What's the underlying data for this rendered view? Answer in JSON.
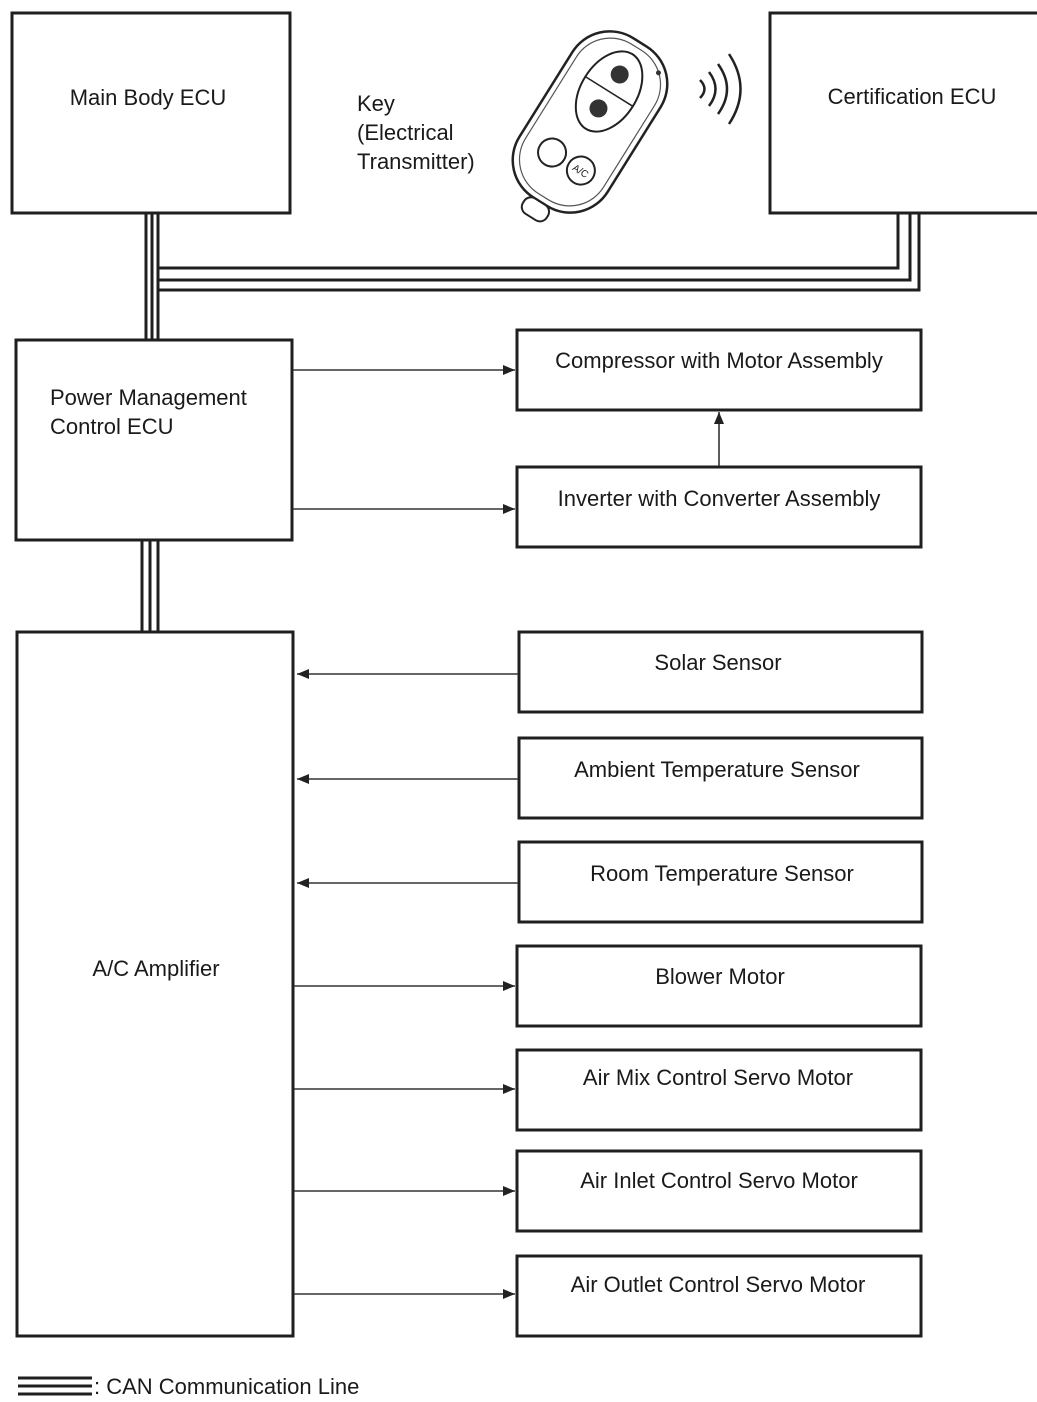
{
  "nodes": {
    "main_body_ecu": "Main Body ECU",
    "certification_ecu": "Certification ECU",
    "key_line1": "Key",
    "key_line2": "(Electrical",
    "key_line3": "Transmitter)",
    "pm_line1": "Power Management",
    "pm_line2": "Control ECU",
    "compressor": "Compressor with Motor Assembly",
    "inverter": "Inverter with Converter Assembly",
    "ac_amplifier": "A/C Amplifier",
    "solar_sensor": "Solar Sensor",
    "ambient_sensor": "Ambient Temperature Sensor",
    "room_sensor": "Room Temperature Sensor",
    "blower_motor": "Blower Motor",
    "air_mix_servo": "Air Mix Control Servo Motor",
    "air_inlet_servo": "Air Inlet Control Servo Motor",
    "air_outlet_servo": "Air Outlet Control Servo Motor"
  },
  "key_fob": {
    "button_ac": "A/C"
  },
  "legend": {
    "can_line": ": CAN Communication Line"
  },
  "colors": {
    "line": "#1f1f1f",
    "background": "#ffffff"
  }
}
